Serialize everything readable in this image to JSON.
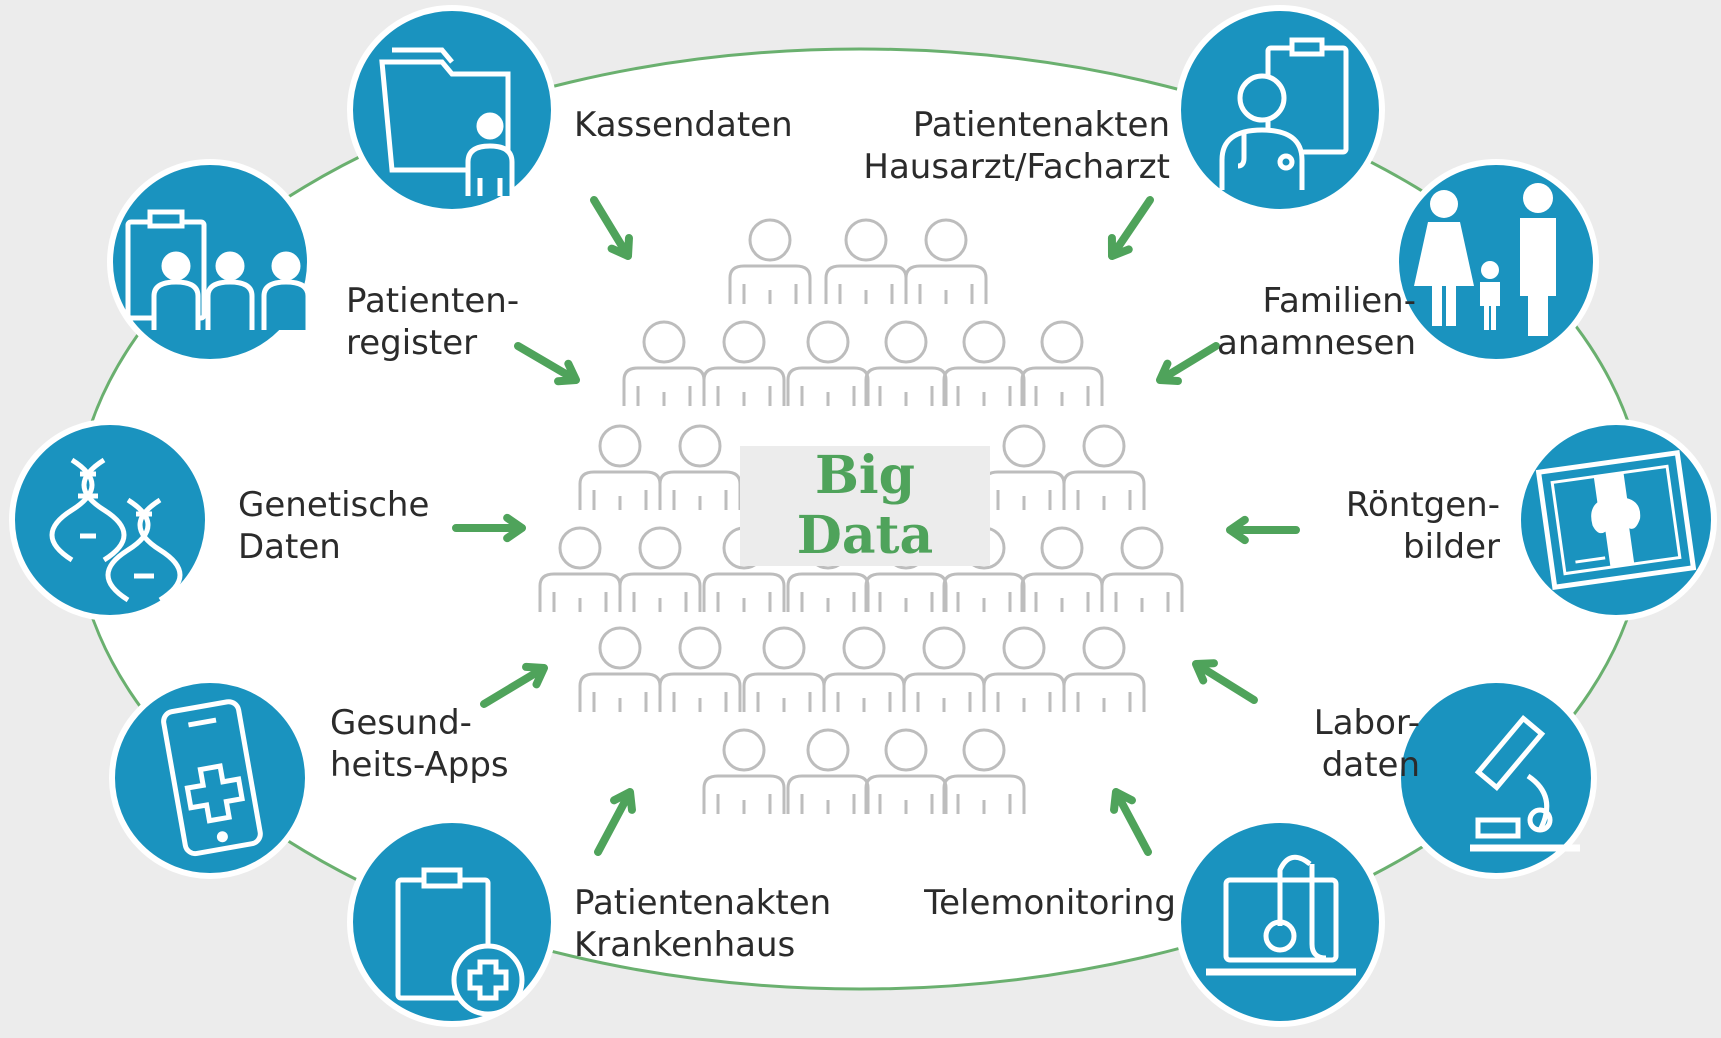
{
  "title": "Big Data",
  "sources": [
    {
      "id": "kassendaten",
      "lines": [
        "Kassendaten"
      ],
      "icon": "folder-person-icon"
    },
    {
      "id": "patientenakten-hausarzt",
      "lines": [
        "Patientenakten",
        "Hausarzt/Facharzt"
      ],
      "icon": "doctor-clipboard-icon"
    },
    {
      "id": "patientenregister",
      "lines": [
        "Patienten-",
        "register"
      ],
      "icon": "clipboard-patients-icon"
    },
    {
      "id": "familienanamnesen",
      "lines": [
        "Familien-",
        "anamnesen"
      ],
      "icon": "family-icon"
    },
    {
      "id": "genetische-daten",
      "lines": [
        "Genetische",
        "Daten"
      ],
      "icon": "dna-icon"
    },
    {
      "id": "roentgenbilder",
      "lines": [
        "Röntgen-",
        "bilder"
      ],
      "icon": "xray-icon"
    },
    {
      "id": "gesundheits-apps",
      "lines": [
        "Gesund-",
        "heits-Apps"
      ],
      "icon": "health-app-phone-icon"
    },
    {
      "id": "labordaten",
      "lines": [
        "Labor-",
        "daten"
      ],
      "icon": "microscope-icon"
    },
    {
      "id": "patientenakten-krankenhaus",
      "lines": [
        "Patientenakten",
        "Krankenhaus"
      ],
      "icon": "hospital-clipboard-icon"
    },
    {
      "id": "telemonitoring",
      "lines": [
        "Telemonitoring"
      ],
      "icon": "laptop-stethoscope-icon"
    }
  ],
  "colors": {
    "circle": "#1a93bf",
    "arrow": "#4fa35b",
    "ring": "#6ab06f",
    "people": "#bdbdbd",
    "title": "#4fa35b"
  }
}
